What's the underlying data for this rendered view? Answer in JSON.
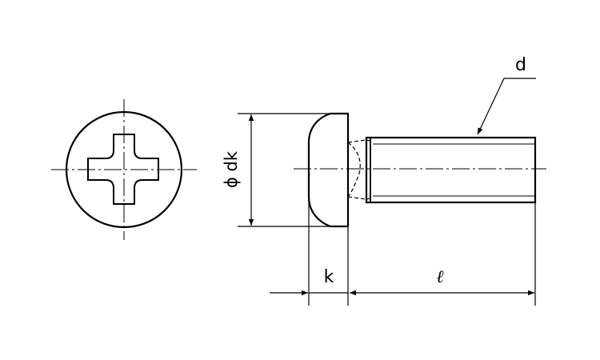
{
  "labels": {
    "diameter": "d",
    "head_diameter": "ϕ dk",
    "head_height": "k",
    "length": "ℓ"
  },
  "colors": {
    "line": "#000000",
    "background": "#ffffff"
  }
}
